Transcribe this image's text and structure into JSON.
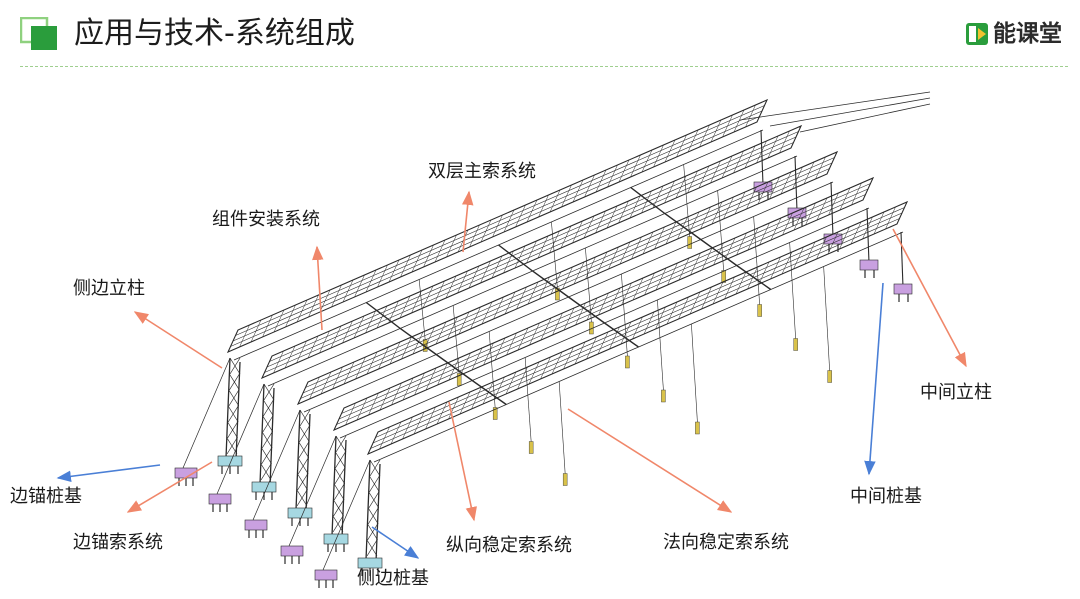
{
  "header": {
    "title": "应用与技术-系统组成",
    "brand_name": "能课堂",
    "accent_color": "#2a9d3c",
    "divider_color": "#9fcf8f"
  },
  "diagram": {
    "icons": [
      "green-square-logo-icon",
      "play-book-brand-icon"
    ],
    "colors": {
      "red_arrow": "#f0876a",
      "blue_arrow": "#4a7fd6",
      "structure": "#2b2b2b",
      "side_foundation": "#a6d8e2",
      "anchor_foundation": "#c9a0e0",
      "middle_foundation": "#c9a0e0",
      "cable_weight": "#d9c24a"
    },
    "labels": {
      "double_main_cable": "双层主索系统",
      "module_install": "组件安装系统",
      "side_column": "侧边立柱",
      "middle_column": "中间立柱",
      "edge_anchor_pile": "边锚桩基",
      "edge_anchor_cable": "边锚索系统",
      "side_pile": "侧边桩基",
      "longitudinal_cable": "纵向稳定索系统",
      "normal_cable": "法向稳定索系统",
      "middle_pile": "中间桩基"
    }
  }
}
